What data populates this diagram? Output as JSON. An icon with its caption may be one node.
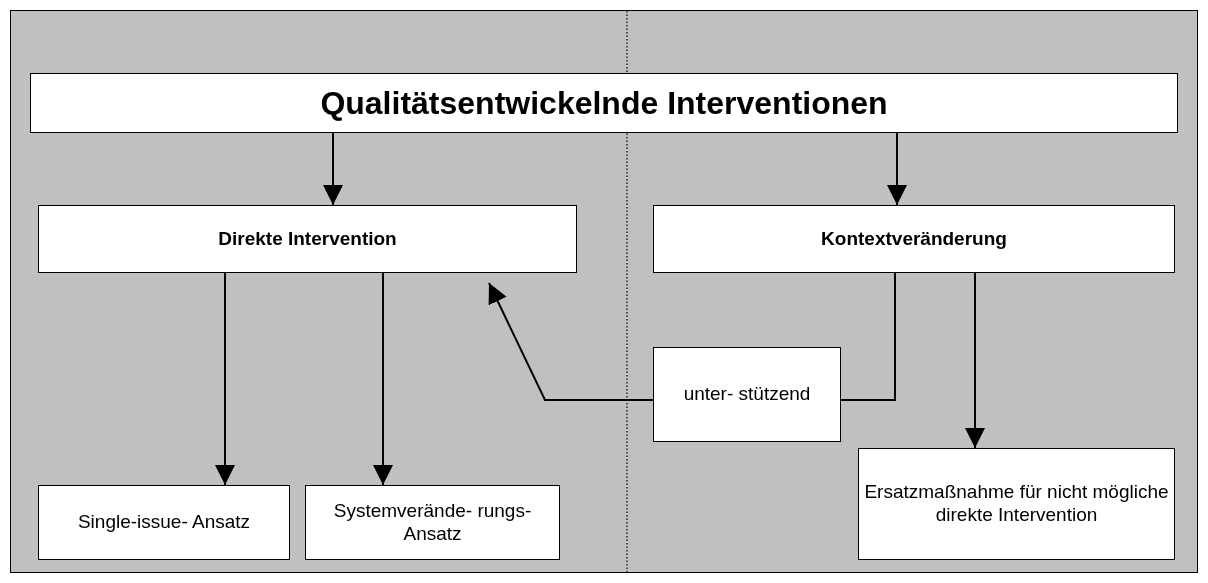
{
  "diagram": {
    "nodes": [
      {
        "text": [
          "Qualitätsentwickelnde Interventionen"
        ]
      },
      {
        "text": [
          "Direkte Intervention"
        ]
      },
      {
        "text": [
          "Kontextveränderung"
        ]
      },
      {
        "text": [
          "unter- stützend"
        ]
      },
      {
        "text": [
          "Single-issue- Ansatz"
        ]
      },
      {
        "text": [
          "Systemverände- rungs-Ansatz"
        ]
      },
      {
        "text": [
          "Ersatzmaßnahme für nicht mögliche direkte Intervention"
        ]
      }
    ],
    "edges": [
      {
        "from": 0,
        "to": 1,
        "arrow": "to"
      },
      {
        "from": 0,
        "to": 2,
        "arrow": "to"
      },
      {
        "from": 1,
        "to": 4,
        "arrow": "to"
      },
      {
        "from": 1,
        "to": 5,
        "arrow": "to"
      },
      {
        "from": 2,
        "to": 3,
        "arrow": "none"
      },
      {
        "from": 3,
        "to": 1,
        "arrow": "to"
      },
      {
        "from": 2,
        "to": 6,
        "arrow": "to"
      }
    ]
  }
}
